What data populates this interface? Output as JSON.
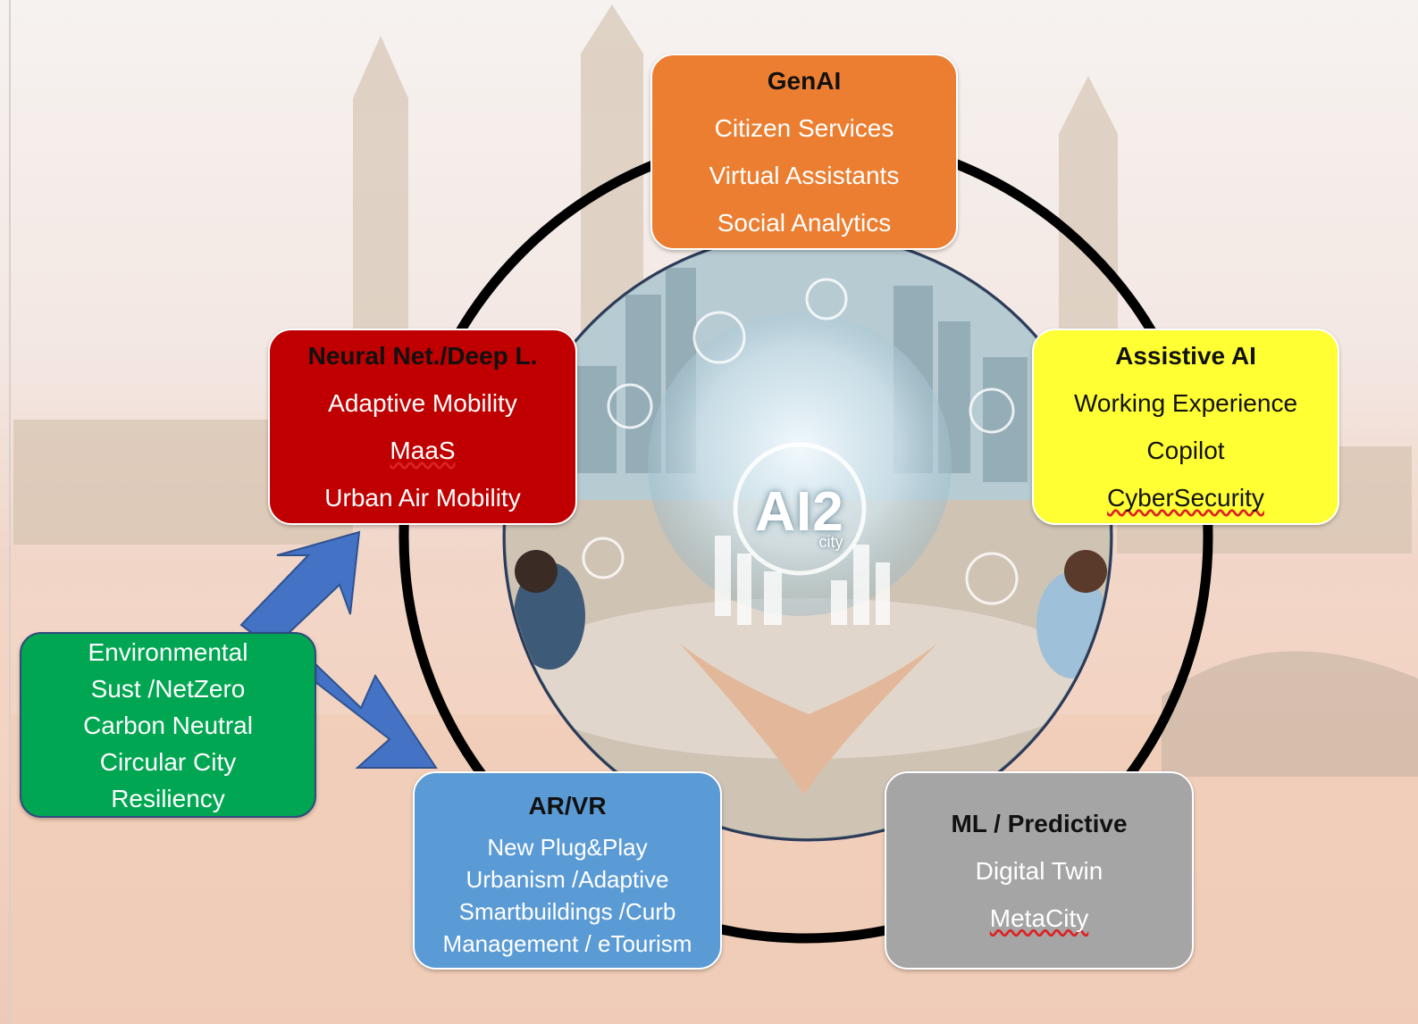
{
  "colors": {
    "genai": "#ec7e31",
    "neural": "#c00000",
    "assistive": "#ffff33",
    "arvr": "#5b9bd5",
    "ml": "#a5a5a5",
    "environmental": "#00a651",
    "arrow": "#4472c4",
    "ring": "#000000"
  },
  "center": {
    "logo_text": "AI2",
    "logo_sub": "city"
  },
  "boxes": {
    "genai": {
      "title": "GenAI",
      "items": [
        "Citizen Services",
        "Virtual Assistants",
        "Social Analytics"
      ]
    },
    "neural": {
      "title": "Neural Net./Deep L.",
      "items": [
        "Adaptive Mobility",
        "MaaS",
        "Urban Air Mobility"
      ]
    },
    "assistive": {
      "title": "Assistive AI",
      "items": [
        "Working Experience",
        "Copilot",
        "CyberSecurity"
      ]
    },
    "arvr": {
      "title": "AR/VR",
      "items": [
        "New Plug&Play",
        "Urbanism /Adaptive",
        "Smartbuildings /Curb",
        "Management / eTourism"
      ]
    },
    "ml": {
      "title": "ML / Predictive",
      "items": [
        "Digital Twin",
        "MetaCity"
      ]
    },
    "environmental": {
      "items": [
        "Environmental",
        "Sust /NetZero",
        "Carbon Neutral",
        "Circular City",
        "Resiliency"
      ]
    }
  },
  "icons": {
    "background": "city-skyline-background",
    "center": "ai-city-globe-icon",
    "arrows": "double-headed-arrow-icon"
  }
}
